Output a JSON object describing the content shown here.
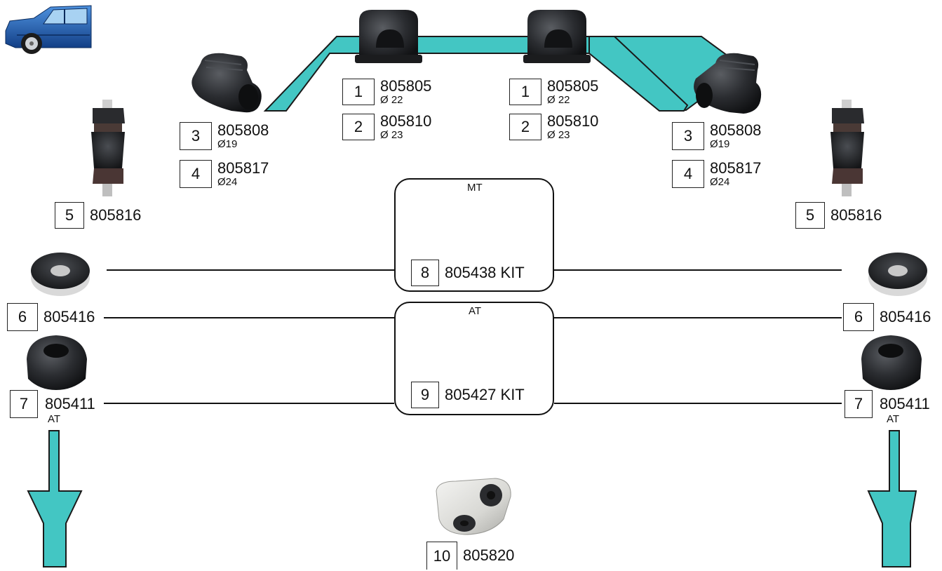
{
  "colors": {
    "bar": "#43c6c3",
    "rubber": "#2a2c2f",
    "line": "#111111",
    "car_body": "#1f63b8"
  },
  "icons": {
    "car": "car-icon",
    "arrow": "down-arrow-icon"
  },
  "parts": [
    {
      "num": "1",
      "code": "805805",
      "sub": "Ø 22"
    },
    {
      "num": "2",
      "code": "805810",
      "sub": "Ø 23"
    },
    {
      "num": "3",
      "code": "805808",
      "sub": "Ø19"
    },
    {
      "num": "4",
      "code": "805817",
      "sub": "Ø24"
    },
    {
      "num": "5",
      "code": "805816"
    },
    {
      "num": "6",
      "code": "805416"
    },
    {
      "num": "7",
      "code": "805411",
      "sub": "AT"
    },
    {
      "num": "8",
      "code": "805438 KIT",
      "tag": "MT"
    },
    {
      "num": "9",
      "code": "805427 KIT",
      "tag": "AT"
    },
    {
      "num": "10",
      "code": "805820"
    }
  ]
}
